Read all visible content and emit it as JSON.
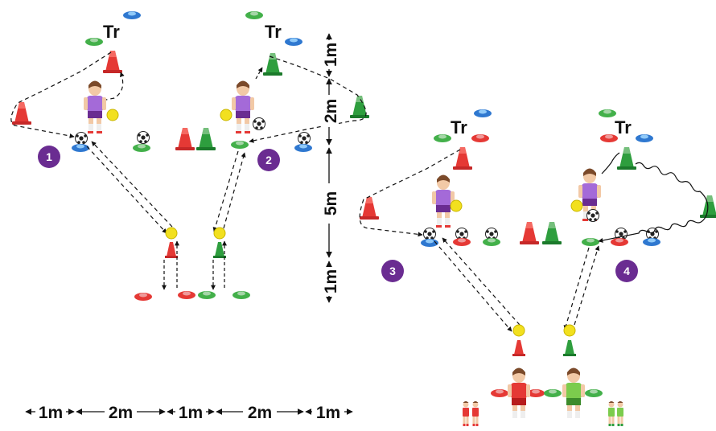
{
  "trainer_label": "Tr",
  "stations": [
    {
      "number": "1"
    },
    {
      "number": "2"
    },
    {
      "number": "3"
    },
    {
      "number": "4"
    }
  ],
  "bottom_dimensions": [
    "1m",
    "2m",
    "1m",
    "2m",
    "1m"
  ],
  "side_dimensions": [
    "1m",
    "2m",
    "5m",
    "1m"
  ],
  "colors": {
    "red": "#e53935",
    "green": "#2e9e3e",
    "blue": "#2f78d0",
    "yellow": "#f2e01f",
    "purple": "#6a2c91",
    "jersey": "#a46ad8"
  }
}
